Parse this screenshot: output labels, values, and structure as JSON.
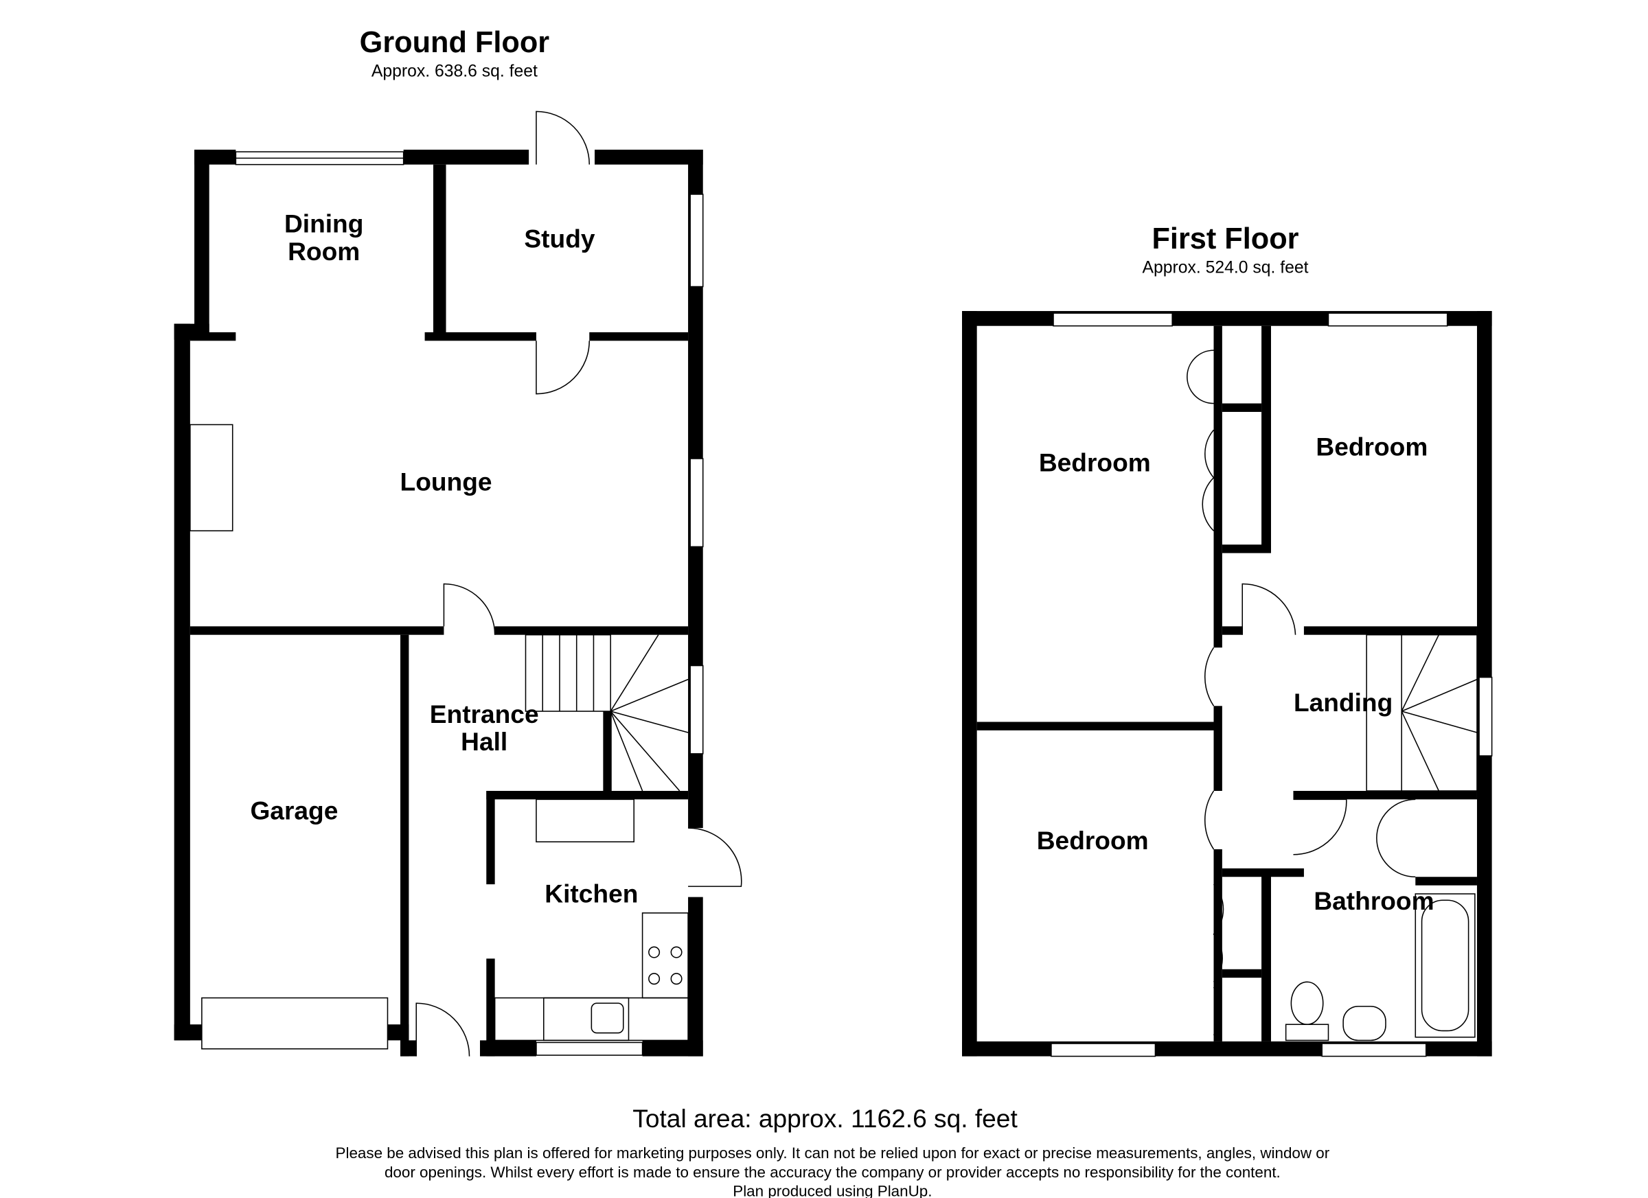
{
  "ground_floor": {
    "title": "Ground Floor",
    "area": "Approx. 638.6 sq. feet",
    "rooms": {
      "dining_room_line1": "Dining",
      "dining_room_line2": "Room",
      "study": "Study",
      "lounge": "Lounge",
      "garage": "Garage",
      "entrance_hall_line1": "Entrance",
      "entrance_hall_line2": "Hall",
      "kitchen": "Kitchen"
    }
  },
  "first_floor": {
    "title": "First Floor",
    "area": "Approx. 524.0 sq. feet",
    "rooms": {
      "bedroom_1": "Bedroom",
      "bedroom_2": "Bedroom",
      "bedroom_3": "Bedroom",
      "landing": "Landing",
      "bathroom": "Bathroom"
    }
  },
  "footer": {
    "total_area": "Total area: approx. 1162.6 sq. feet",
    "disclaimer_line1": "Please be advised this plan is offered for marketing purposes only. It can not be relied upon for exact or precise measurements, angles, window or",
    "disclaimer_line2": "door openings. Whilst every effort is made to ensure the accuracy the company or provider accepts no responsibility for the content.",
    "produced_by": "Plan produced using PlanUp."
  }
}
